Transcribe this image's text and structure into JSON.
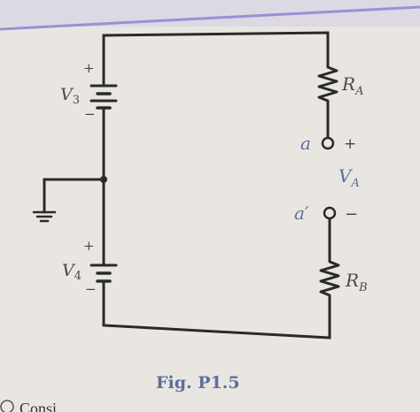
{
  "figure": {
    "caption": "Fig. P1.5",
    "bottom_fragment": "Consi"
  },
  "components": {
    "v3": {
      "name": "V",
      "sub": "3",
      "plus": "+",
      "minus": "−"
    },
    "v4": {
      "name": "V",
      "sub": "4",
      "plus": "+",
      "minus": "−"
    },
    "ra": {
      "name": "R",
      "sub": "A"
    },
    "rb": {
      "name": "R",
      "sub": "B"
    }
  },
  "terminals": {
    "a": {
      "name": "a",
      "sign": "+"
    },
    "a_prime": {
      "name": "a′",
      "sign": "−"
    }
  },
  "voltage_label": {
    "name": "V",
    "sub": "A"
  },
  "colors": {
    "wire": "#2a2a2a",
    "accent_line": "#9b8fd6",
    "caption": "#5b6f9e",
    "page": "#e9e6e2"
  }
}
